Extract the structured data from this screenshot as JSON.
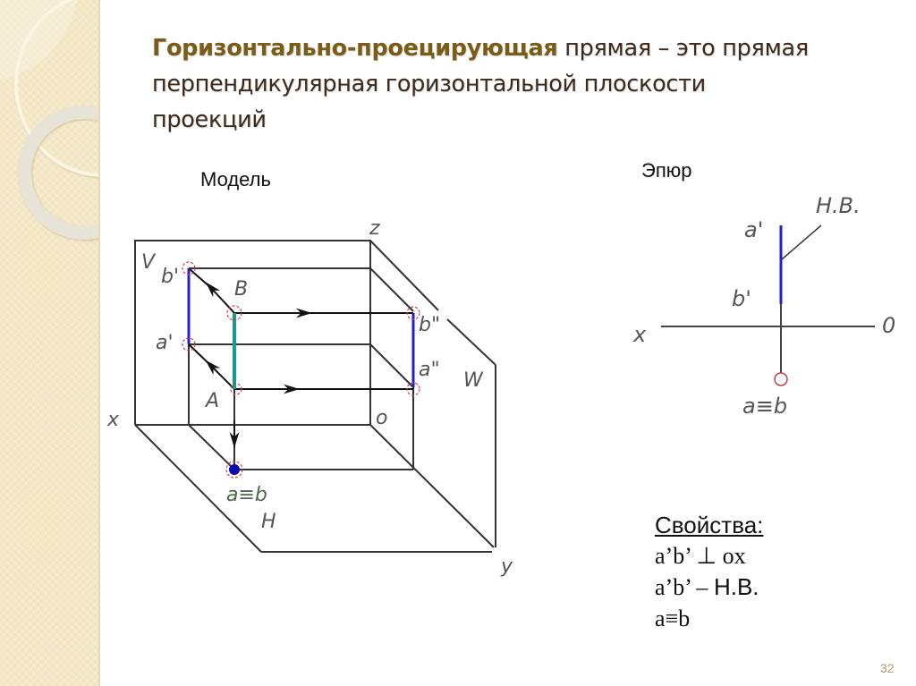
{
  "slide": {
    "title_accent": "Горизонтально-проецирующая",
    "title_rest_line1": " прямая – это прямая",
    "title_line2": "перпендикулярная горизонтальной плоскости",
    "title_line3": "проекций",
    "page_number": "32"
  },
  "model": {
    "caption": "Модель",
    "labels": {
      "z": "z",
      "v": "V",
      "w": "W",
      "h": "H",
      "x": "x",
      "y": "y",
      "o": "o",
      "b_prime": "b'",
      "a_prime": "a'",
      "B": "B",
      "A": "A",
      "b_dprime": "b\"",
      "a_dprime": "a\"",
      "a_eq_b": "a≡b"
    },
    "colors": {
      "frontal_projection": "#2222cc",
      "line_AB": "#1a9a8a",
      "point_ab": "#0a0ab4",
      "marker": "#d04050",
      "frame": "#333333"
    }
  },
  "epure": {
    "caption": "Эпюр",
    "labels": {
      "a_prime": "a'",
      "b_prime": "b'",
      "hv": "Н.В.",
      "x": "x",
      "o": "0",
      "a_eq_b": "a≡b"
    }
  },
  "properties": {
    "heading": "Свойства:",
    "items": [
      {
        "text": "a’b’ ⊥ ox"
      },
      {
        "prefix": "a’b’ – ",
        "suffix": "Н.В."
      },
      {
        "text": "a≡b"
      }
    ]
  }
}
